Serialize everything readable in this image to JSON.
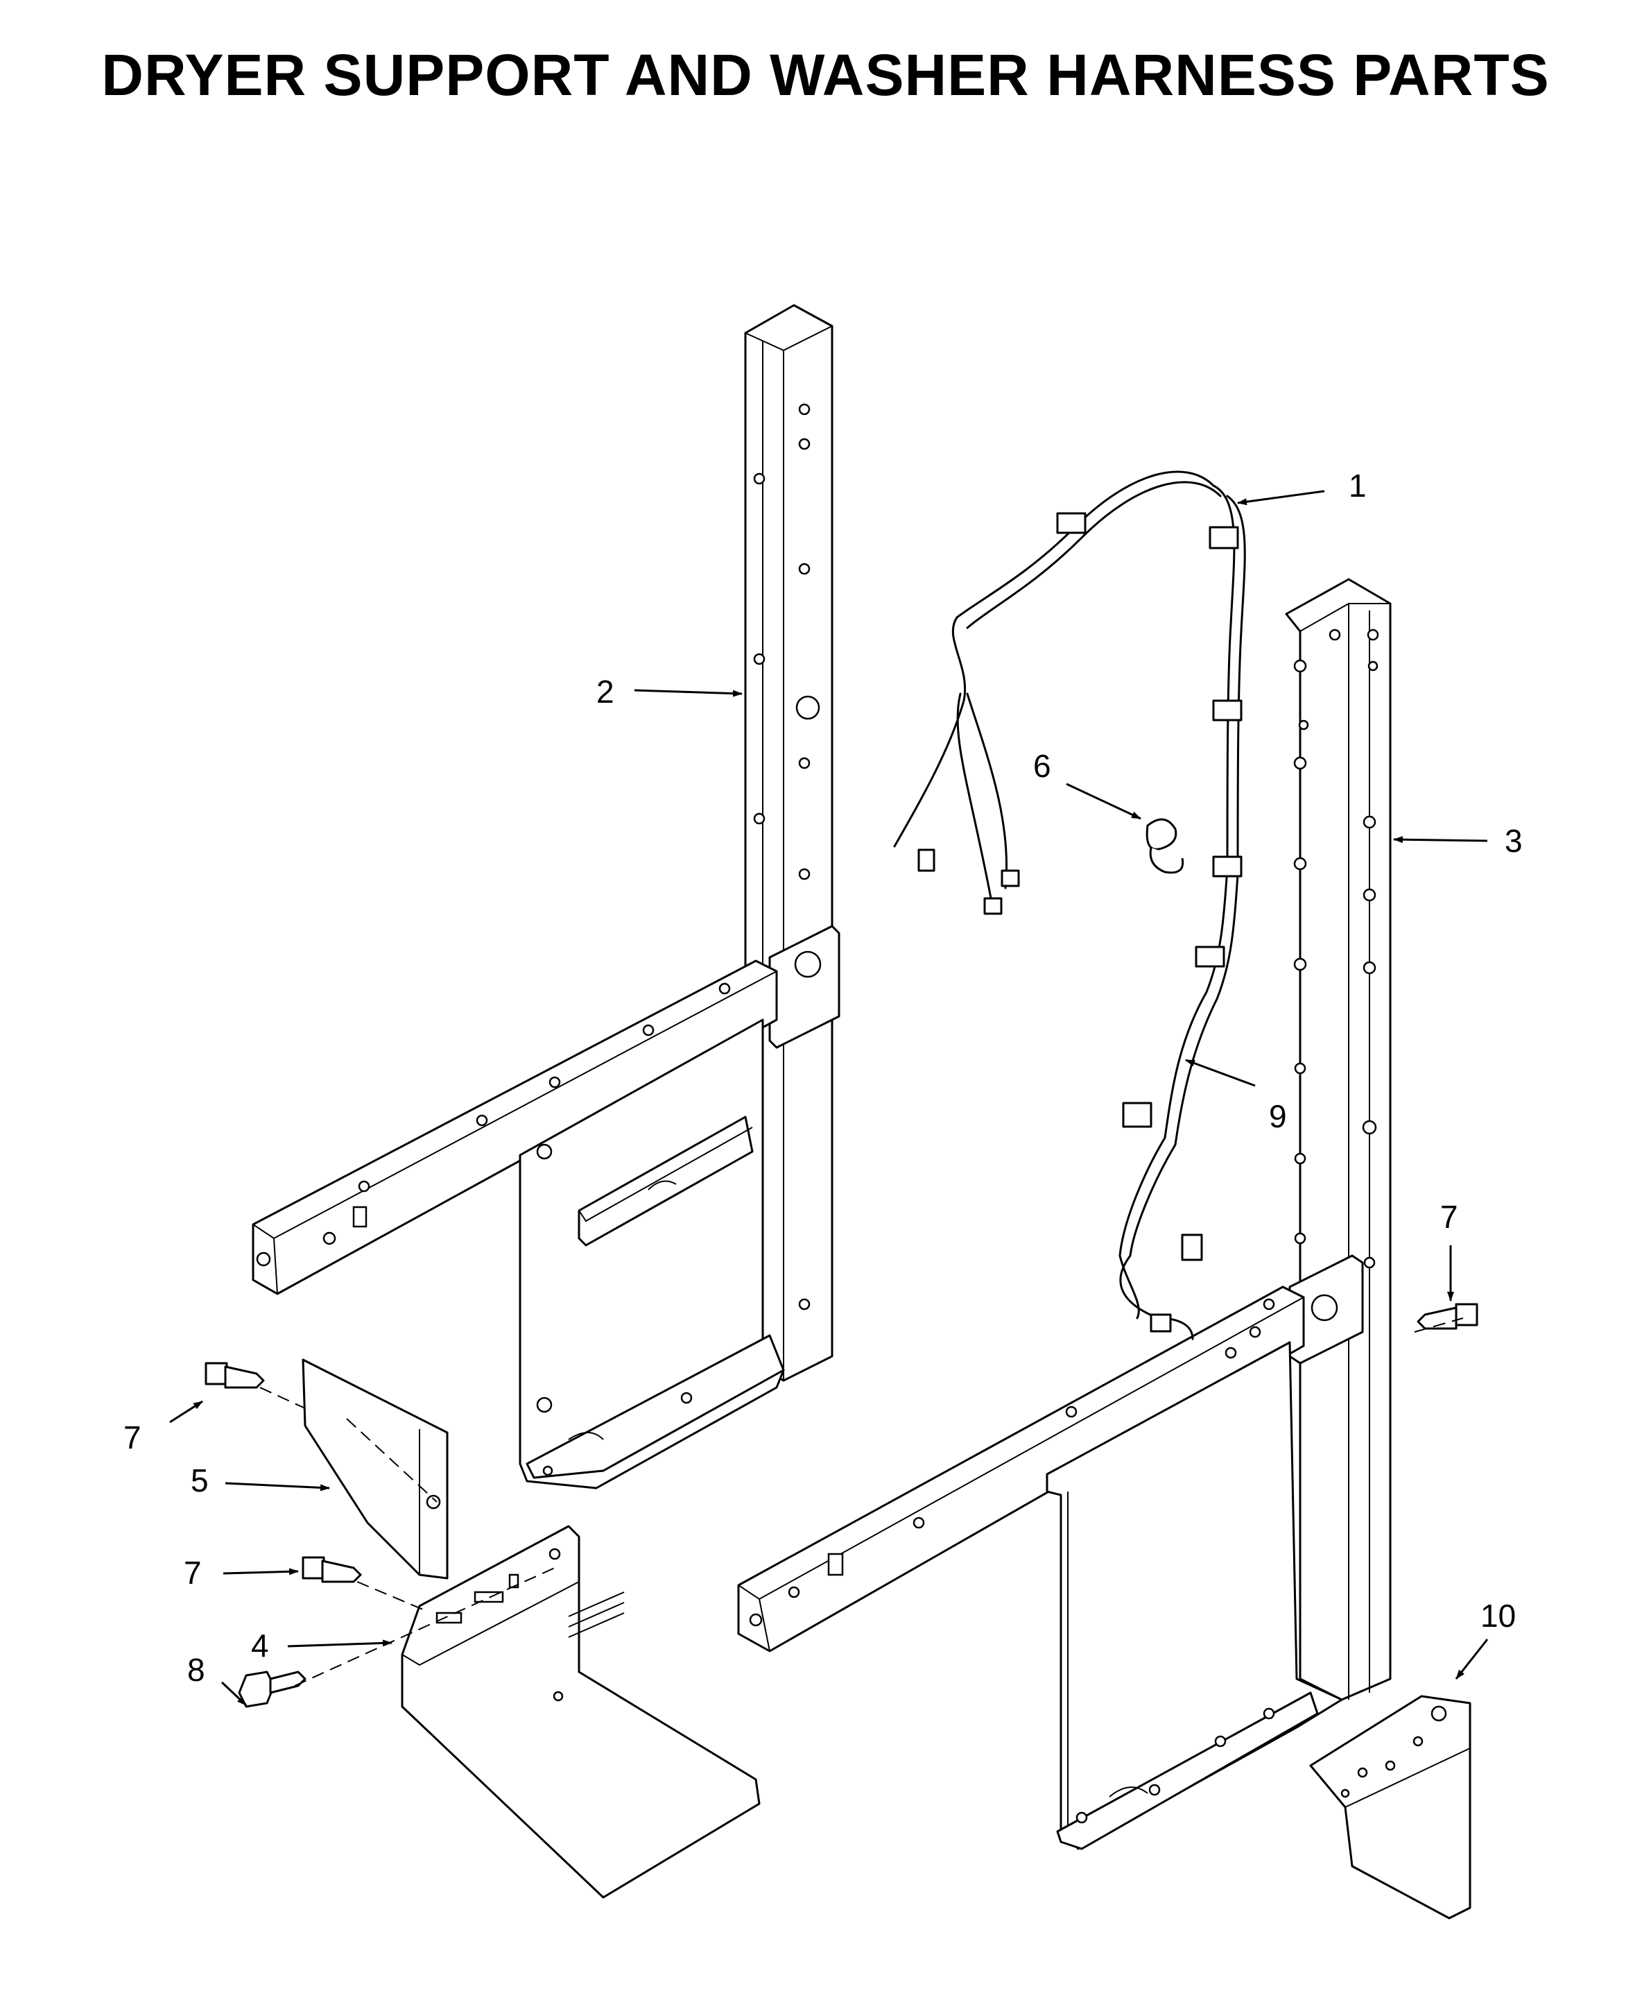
{
  "title": "DRYER SUPPORT AND WASHER HARNESS PARTS",
  "callouts": [
    {
      "label": "1",
      "part": "washer-harness"
    },
    {
      "label": "2",
      "part": "left-dryer-support"
    },
    {
      "label": "3",
      "part": "right-dryer-support"
    },
    {
      "label": "4",
      "part": "bracket"
    },
    {
      "label": "5",
      "part": "cover-plate"
    },
    {
      "label": "6",
      "part": "wire-clip"
    },
    {
      "label": "7",
      "part": "screw"
    },
    {
      "label": "7",
      "part": "screw"
    },
    {
      "label": "7",
      "part": "screw"
    },
    {
      "label": "8",
      "part": "hex-screw"
    },
    {
      "label": "9",
      "part": "harness-connector"
    },
    {
      "label": "10",
      "part": "corner-bracket"
    }
  ]
}
